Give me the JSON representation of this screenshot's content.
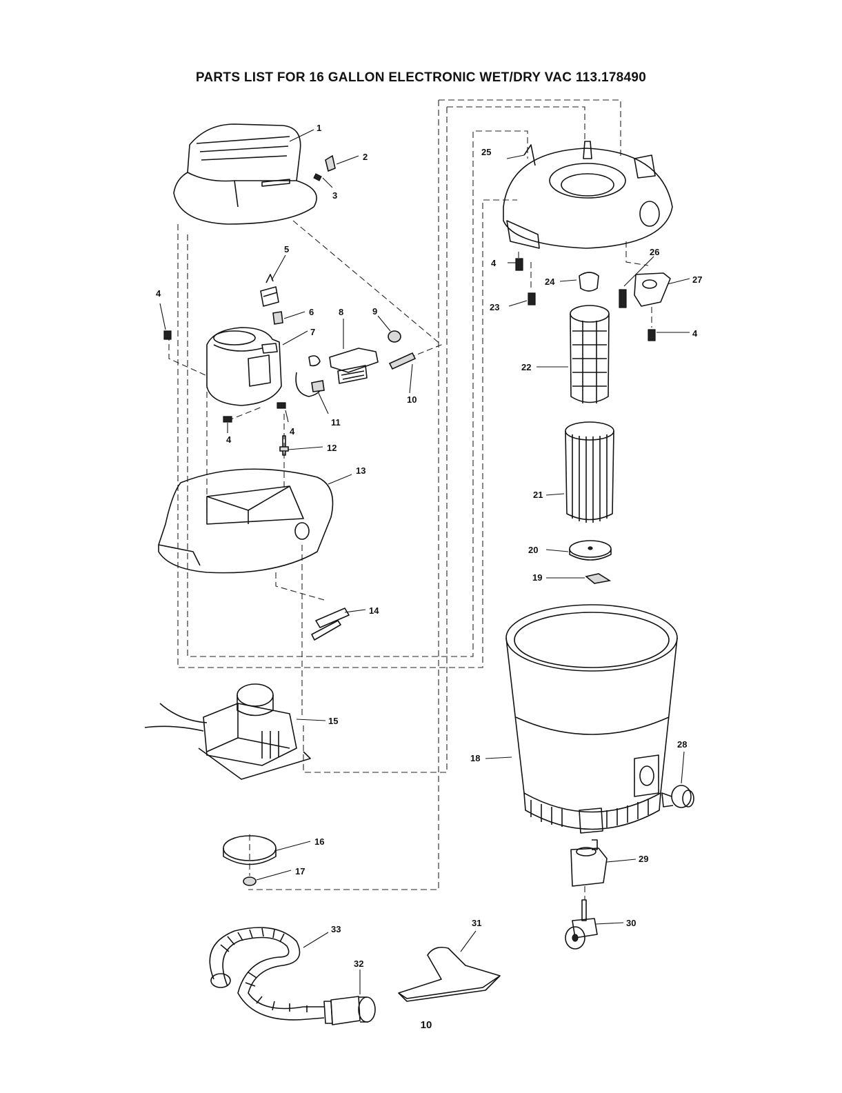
{
  "title": "PARTS LIST FOR 16 GALLON ELECTRONIC WET/DRY VAC 113.178490",
  "page_number": "10",
  "callouts": [
    "1",
    "2",
    "3",
    "4",
    "5",
    "6",
    "7",
    "8",
    "9",
    "10",
    "11",
    "12",
    "13",
    "14",
    "15",
    "16",
    "17",
    "18",
    "19",
    "20",
    "21",
    "22",
    "23",
    "24",
    "25",
    "26",
    "27",
    "28",
    "29",
    "30",
    "31",
    "32",
    "33"
  ],
  "colors": {
    "ink": "#111111",
    "paper": "#ffffff",
    "fill": "#d9d9d9"
  }
}
